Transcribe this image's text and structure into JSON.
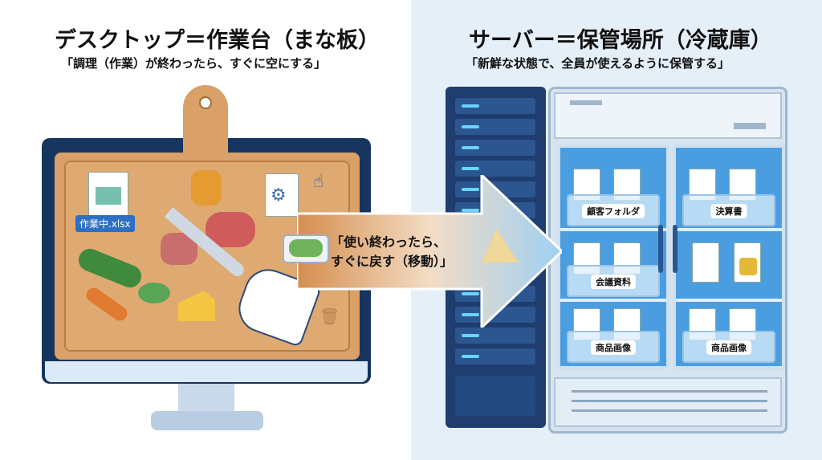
{
  "left": {
    "title": "デスクトップ＝作業台（まな板）",
    "subtitle": "「調理（作業）が終わったら、すぐに空にする」",
    "file_label": "作業中.xlsx"
  },
  "right": {
    "title": "サーバー＝保管場所（冷蔵庫）",
    "subtitle": "「新鮮な状態で、全員が使えるように保管する」",
    "bins_left": [
      "顧客フォルダ",
      "会議資料",
      "商品画像"
    ],
    "bins_right": [
      "決算書",
      "",
      "商品画像"
    ]
  },
  "arrow": {
    "line1": "「使い終わったら、",
    "line2": "すぐに戻す（移動）」"
  },
  "colors": {
    "wood": "#d9a068",
    "navy": "#17355e",
    "fridge_blue": "#4a9ee0",
    "right_bg": "#e5eff8"
  }
}
